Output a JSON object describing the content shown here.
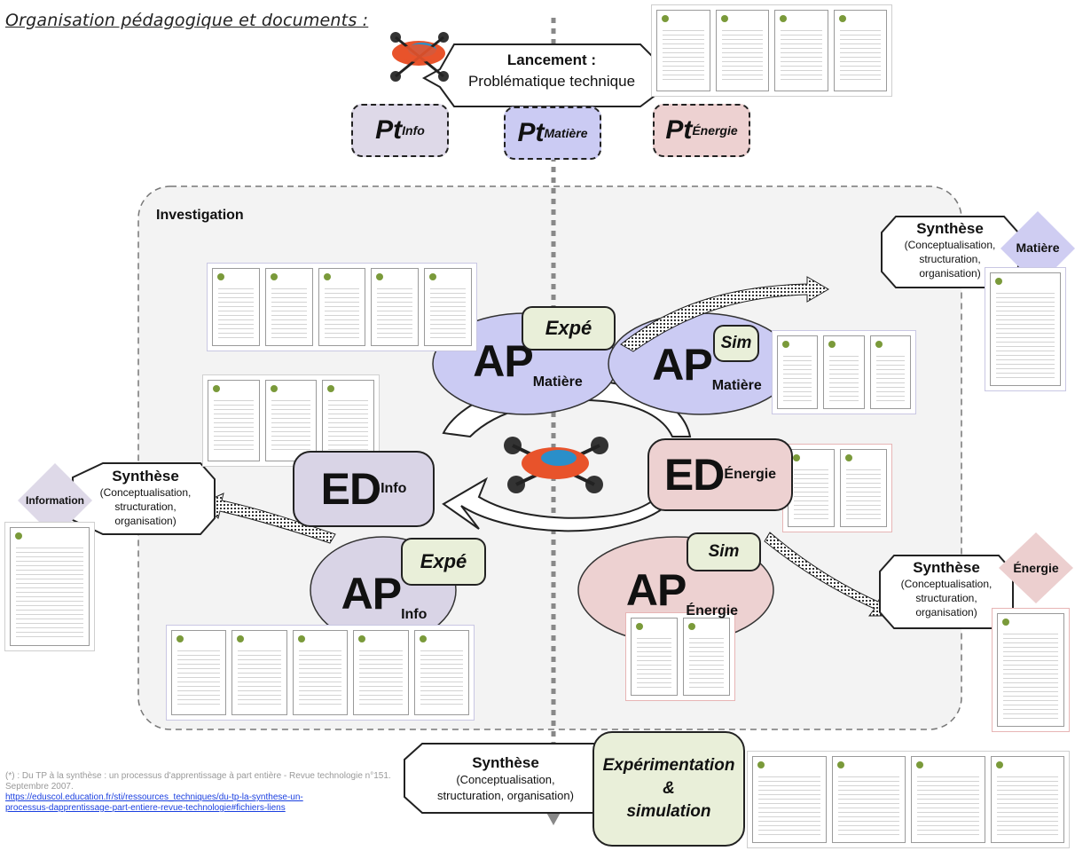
{
  "heading": "Organisation pédagogique et documents :",
  "launch": {
    "title": "Lancement :",
    "subtitle": "Problématique technique"
  },
  "pt_boxes": [
    {
      "main": "Pt",
      "sub": "Info"
    },
    {
      "main": "Pt",
      "sub": "Matière"
    },
    {
      "main": "Pt",
      "sub": "Énergie"
    }
  ],
  "investigation": "Investigation",
  "activities": {
    "ap_matiere_expe": {
      "main": "AP",
      "sub": "Matière",
      "tag": "Expé"
    },
    "ap_matiere_sim": {
      "main": "AP",
      "sub": "Matière",
      "tag": "Sim"
    },
    "ed_info": {
      "main": "ED",
      "sub": "Info"
    },
    "ed_energie": {
      "main": "ED",
      "sub": "Énergie"
    },
    "ap_info": {
      "main": "AP",
      "sub": "Info",
      "tag": "Expé"
    },
    "ap_energie": {
      "main": "AP",
      "sub": "Énergie",
      "tag": "Sim"
    }
  },
  "synthese_matiere": {
    "title": "Synthèse",
    "line1": "(Conceptualisation,",
    "line2": "structuration,",
    "line3": "organisation)",
    "diamond": "Matière"
  },
  "synthese_info": {
    "title": "Synthèse",
    "line1": "(Conceptualisation,",
    "line2": "structuration,",
    "line3": "organisation)",
    "diamond": "Information"
  },
  "synthese_energie": {
    "title": "Synthèse",
    "line1": "(Conceptualisation,",
    "line2": "structuration,",
    "line3": "organisation)",
    "diamond": "Énergie"
  },
  "synthese_final": {
    "title": "Synthèse",
    "line1": "(Conceptualisation,",
    "line2": "structuration, organisation)",
    "box_line1": "Expérimentation",
    "box_line2": "&",
    "box_line3": "simulation"
  },
  "reference": {
    "text": "(*) : Du TP à la synthèse : un processus d'apprentissage à part entière - Revue technologie n°151. Septembre 2007.",
    "link1": "https://eduscol.education.fr/sti/ressources_techniques/du-tp-la-synthese-un-",
    "link2": "processus-dapprentissage-part-entiere-revue-technologie#fichiers-liens"
  },
  "colors": {
    "purple": "#cbcbf3",
    "lavender": "#d9d4e6",
    "pink": "#edd1d1",
    "green": "#e9efd9",
    "diamond_purple": "#cfcdf2",
    "diamond_pink": "#eccfcf",
    "diamond_lavender": "#ded9e8"
  }
}
